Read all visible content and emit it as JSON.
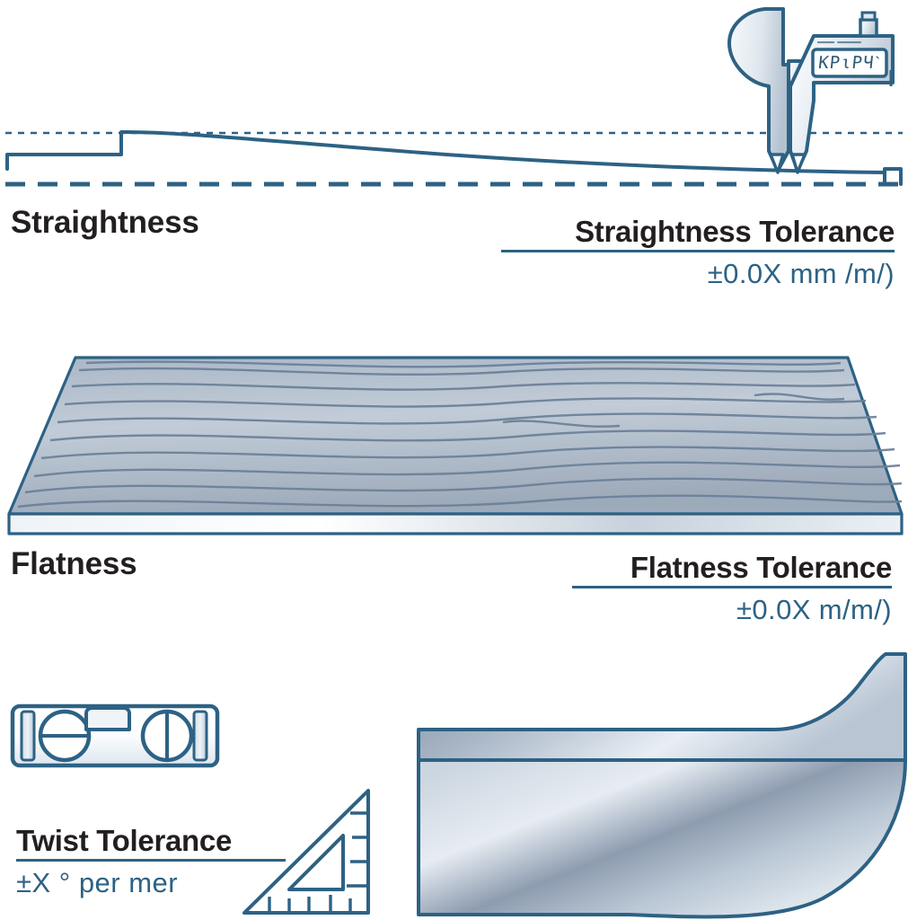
{
  "diagram": {
    "title_context": "Geometric tolerance reference: straightness, flatness, twist",
    "background_color": "#ffffff",
    "line_color": "#2d6284",
    "accent_color": "#2d6284",
    "text_color": "#231f20"
  },
  "sections": {
    "straightness": {
      "label": "Straightness",
      "tolerance_title": "Straightness Tolerance",
      "tolerance_value": "±0.0X mm /m/)"
    },
    "flatness": {
      "label": "Flatness",
      "tolerance_title": "Flatness Tolerance",
      "tolerance_value": "±0.0X m/m/)"
    },
    "twist": {
      "tolerance_title": "Twist Tolerance",
      "tolerance_value": "±X ° per mer"
    }
  },
  "instruments": {
    "caliper": {
      "name": "digital-caliper",
      "lcd_value": "KPιPЧˋ",
      "lcd_secondary": "▬▬▬▬▬ ▬▬▬▬▬▬▬"
    },
    "spirit_level": {
      "name": "spirit-level",
      "vial_count": 2
    },
    "set_square": {
      "name": "set-square-triangle",
      "tick_count": 9
    }
  }
}
